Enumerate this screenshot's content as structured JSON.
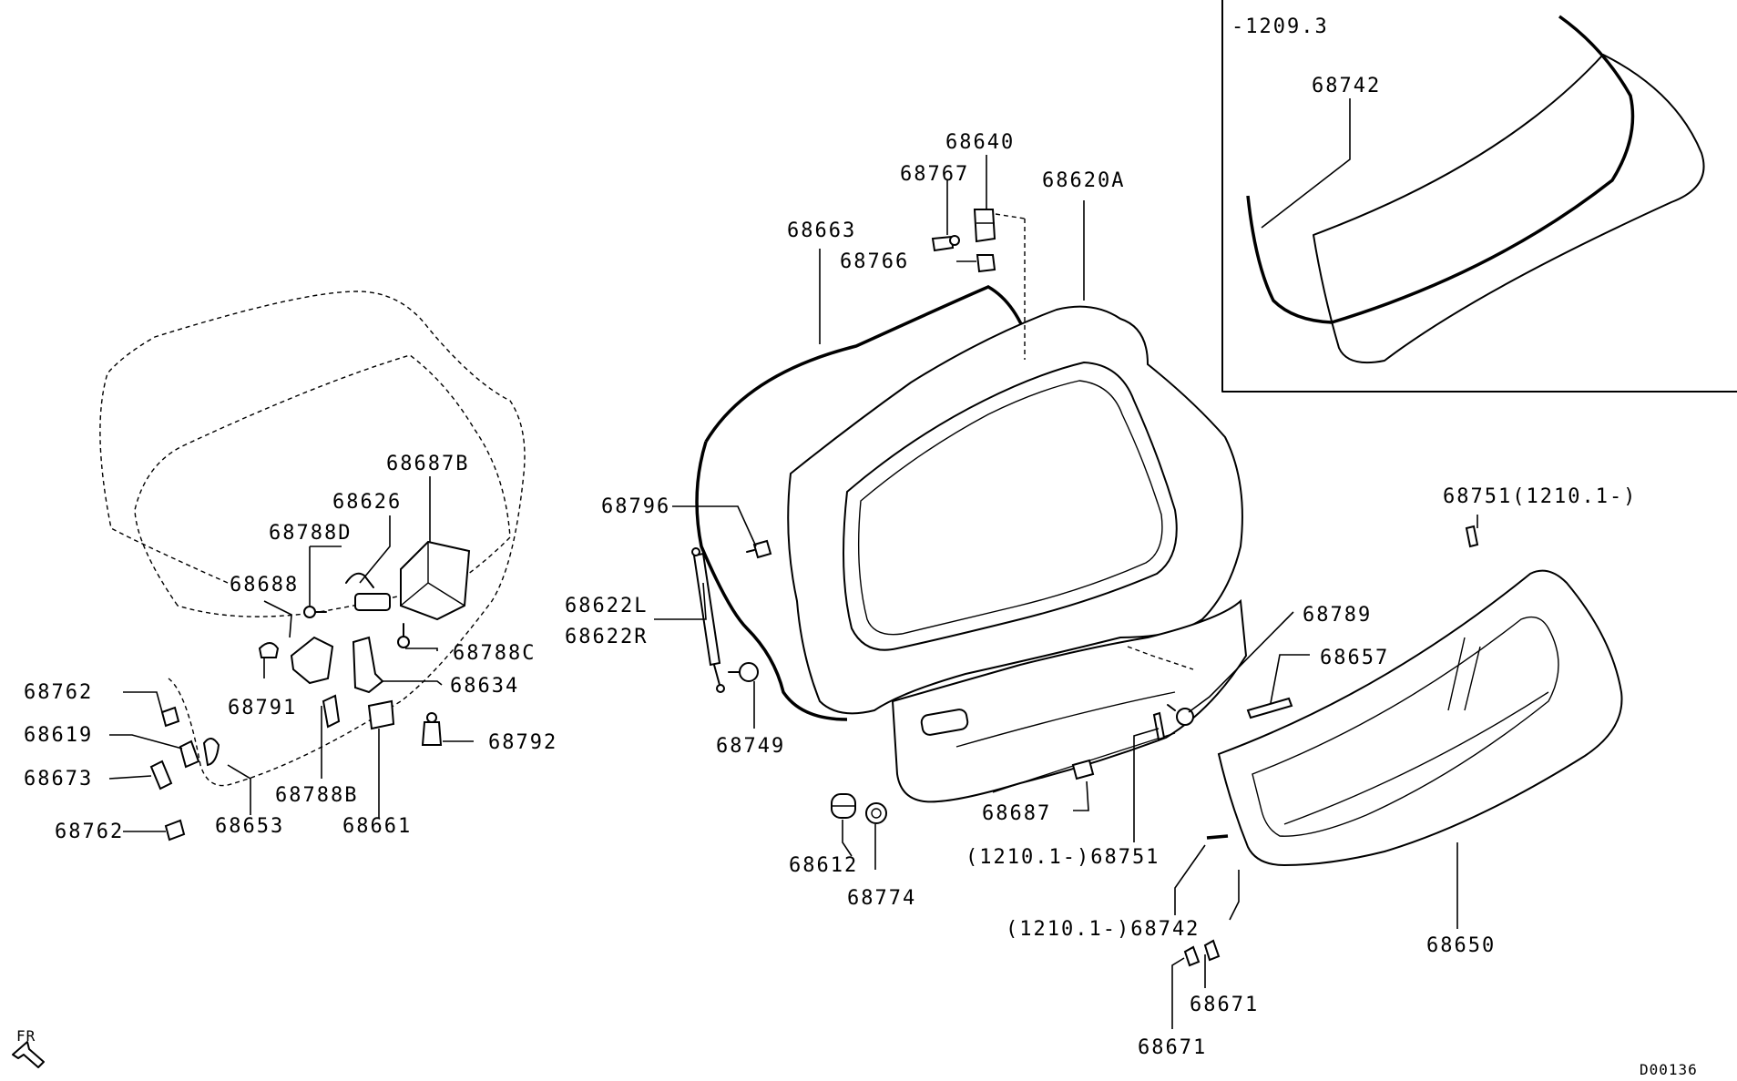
{
  "inset": {
    "label": "-1209.3",
    "part": "68742"
  },
  "labels": {
    "l68640": "68640",
    "l68767": "68767",
    "l68620A": "68620A",
    "l68663": "68663",
    "l68766": "68766",
    "l68687B": "68687B",
    "l68626": "68626",
    "l68788D": "68788D",
    "l68688": "68688",
    "l68788C": "68788C",
    "l68634": "68634",
    "l68762a": "68762",
    "l68791": "68791",
    "l68619": "68619",
    "l68673": "68673",
    "l68788B": "68788B",
    "l68792": "68792",
    "l68762b": "68762",
    "l68653": "68653",
    "l68661": "68661",
    "l68796": "68796",
    "l68622L": "68622L",
    "l68622R": "68622R",
    "l68749": "68749",
    "l68751top": "68751(1210.1-)",
    "l68789": "68789",
    "l68657": "68657",
    "l68687": "68687",
    "l68612": "68612",
    "l68774": "68774",
    "l68751mid": "(1210.1-)68751",
    "l68742": "(1210.1-)68742",
    "l68650": "68650",
    "l68671a": "68671",
    "l68671b": "68671"
  },
  "orientation": {
    "label": "FR"
  },
  "footer": {
    "code": "D00136"
  }
}
